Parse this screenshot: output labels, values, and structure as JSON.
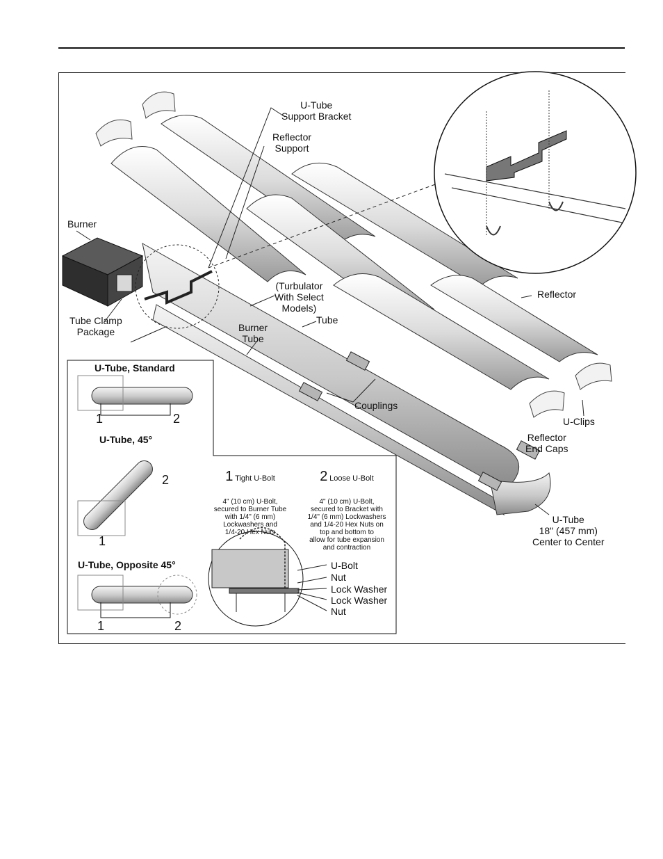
{
  "labels": {
    "bracket": "U-Tube\nSupport Bracket",
    "reflector_support": "Reflector\nSupport",
    "burner": "Burner",
    "turbulator": "(Turbulator\nWith Select\nModels)",
    "reflector": "Reflector",
    "tube_clamp": "Tube Clamp\nPackage",
    "tube": "Tube",
    "burner_tube": "Burner\nTube",
    "couplings": "Couplings",
    "u_clips": "U-Clips",
    "end_caps": "Reflector\nEnd Caps",
    "u_tube": "U-Tube\n18\" (457 mm)\nCenter to Center"
  },
  "inset": {
    "standard_title": "U-Tube, Standard",
    "deg45_title": "U-Tube, 45°",
    "opposite_title": "U-Tube, Opposite 45°",
    "n1": "1",
    "n2": "2",
    "note1_num": "1",
    "note1_title": "Tight U-Bolt",
    "note1_body": "4\" (10 cm) U-Bolt,\nsecured to Burner Tube\nwith 1/4\" (6 mm)\nLockwashers and\n1/4-20 Hex Nuts",
    "note2_num": "2",
    "note2_title": "Loose U-Bolt",
    "note2_body": "4\" (10 cm) U-Bolt,\nsecured to Bracket with\n1/4\" (6 mm) Lockwashers\nand 1/4-20 Hex Nuts on\ntop and bottom to\nallow for tube expansion\nand contraction",
    "parts": [
      "U-Bolt",
      "Nut",
      "Lock Washer",
      "Lock Washer",
      "Nut"
    ]
  }
}
